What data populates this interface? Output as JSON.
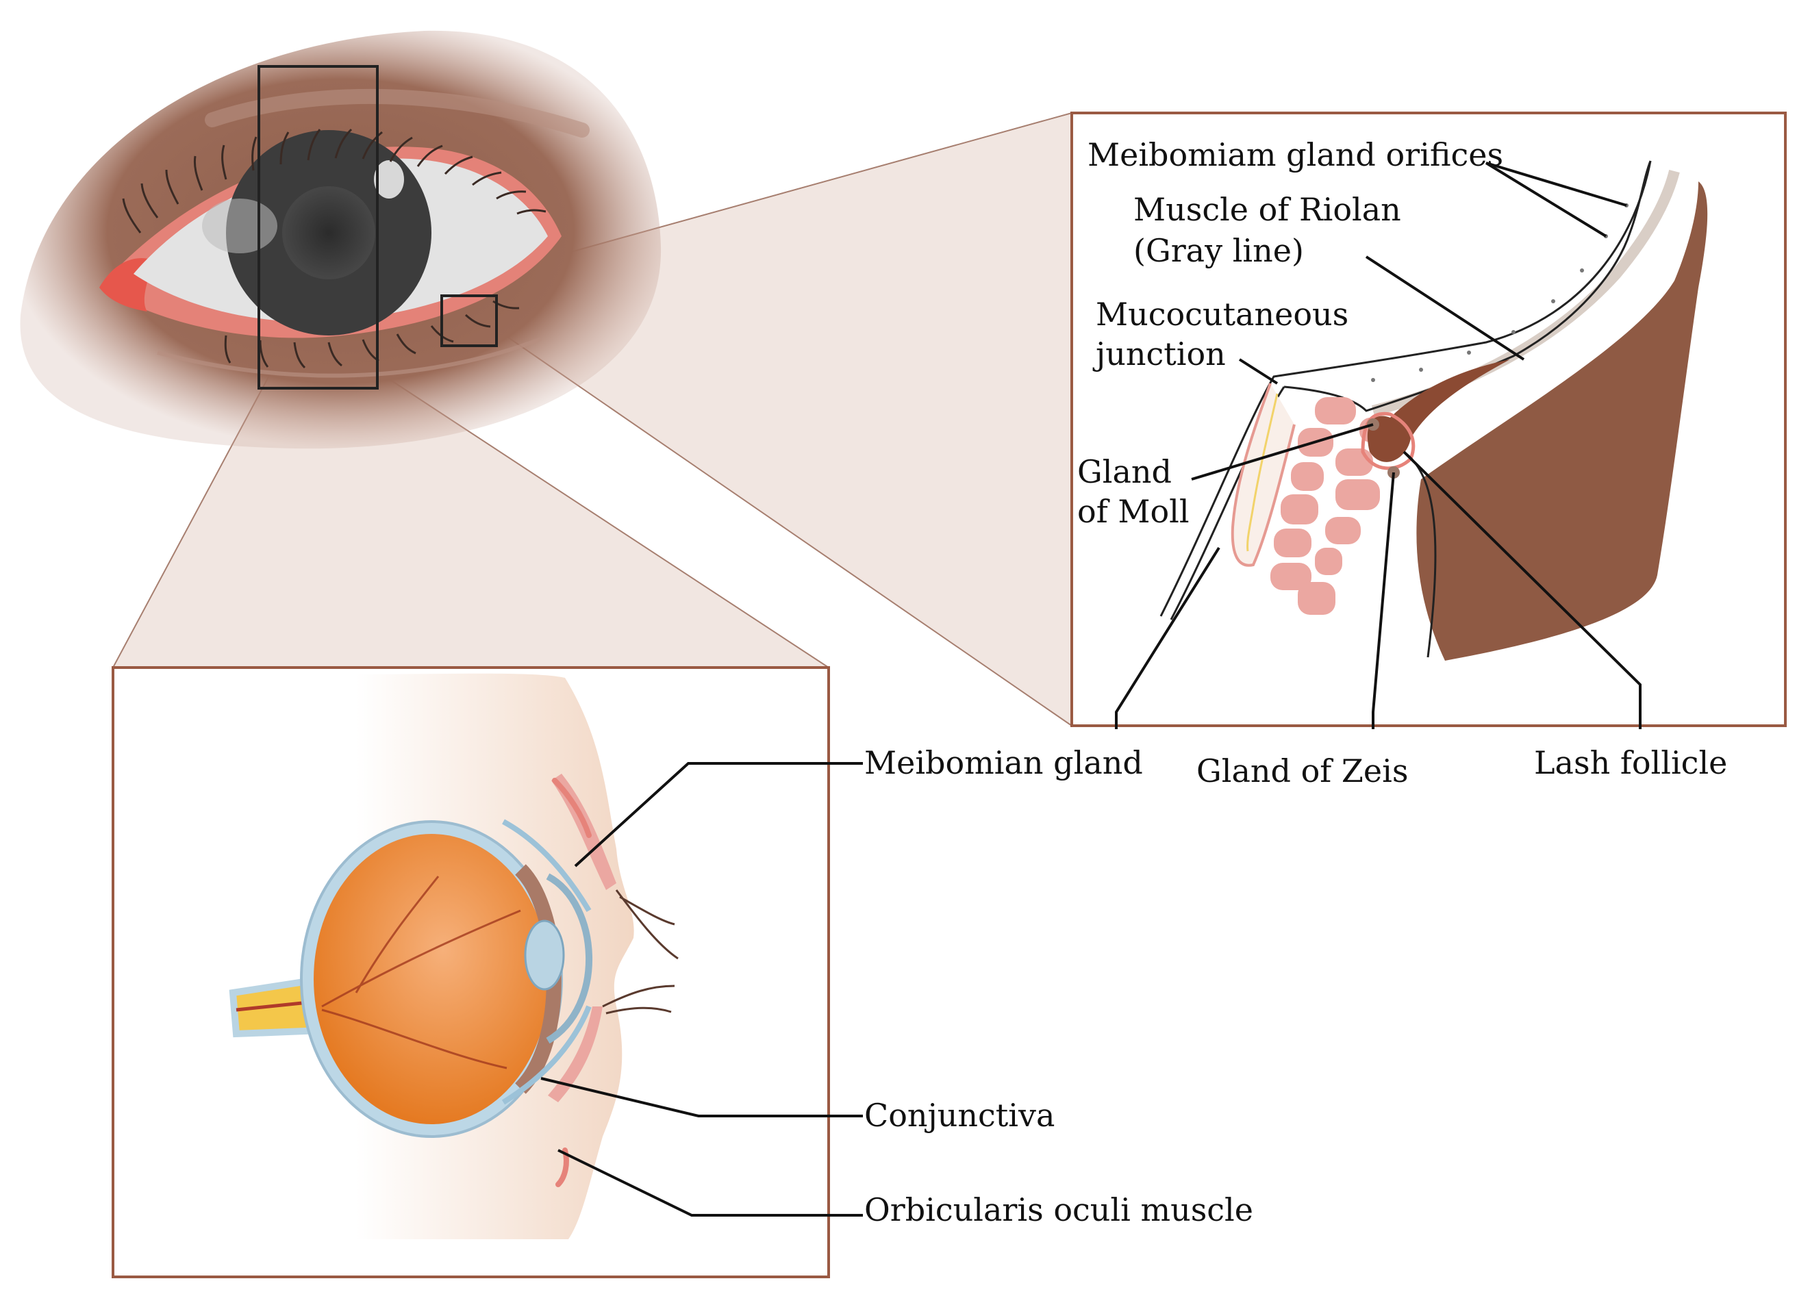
{
  "labels": {
    "meibomiam_gland_orifices": "Meibomiam gland orifices",
    "muscle_of_riolan_1": "Muscle of Riolan",
    "muscle_of_riolan_2": "(Gray line)",
    "mucocutaneous_1": "Mucocutaneous",
    "mucocutaneous_2": "junction",
    "gland_of_moll_1": "Gland",
    "gland_of_moll_2": "of Moll",
    "meibomian_gland": "Meibomian gland",
    "gland_of_zeis": "Gland of Zeis",
    "lash_follicle": "Lash follicle",
    "conjunctiva": "Conjunctiva",
    "orbicularis_oculi_muscle": "Orbicularis oculi muscle"
  },
  "colors": {
    "frame": "#9a5a43",
    "skin_dark": "#8a5a48",
    "skin_mid": "#a97a67",
    "callout_fill": "#efe2dc",
    "eyelid_muscle": "#8d5643",
    "gland": "#eba7a1",
    "lid_margin": "#e6837a",
    "iris": "#3a3a3a",
    "globe": "#ec8a2e",
    "sclera_blue": "#bcd7e6",
    "leader": "#111111"
  }
}
